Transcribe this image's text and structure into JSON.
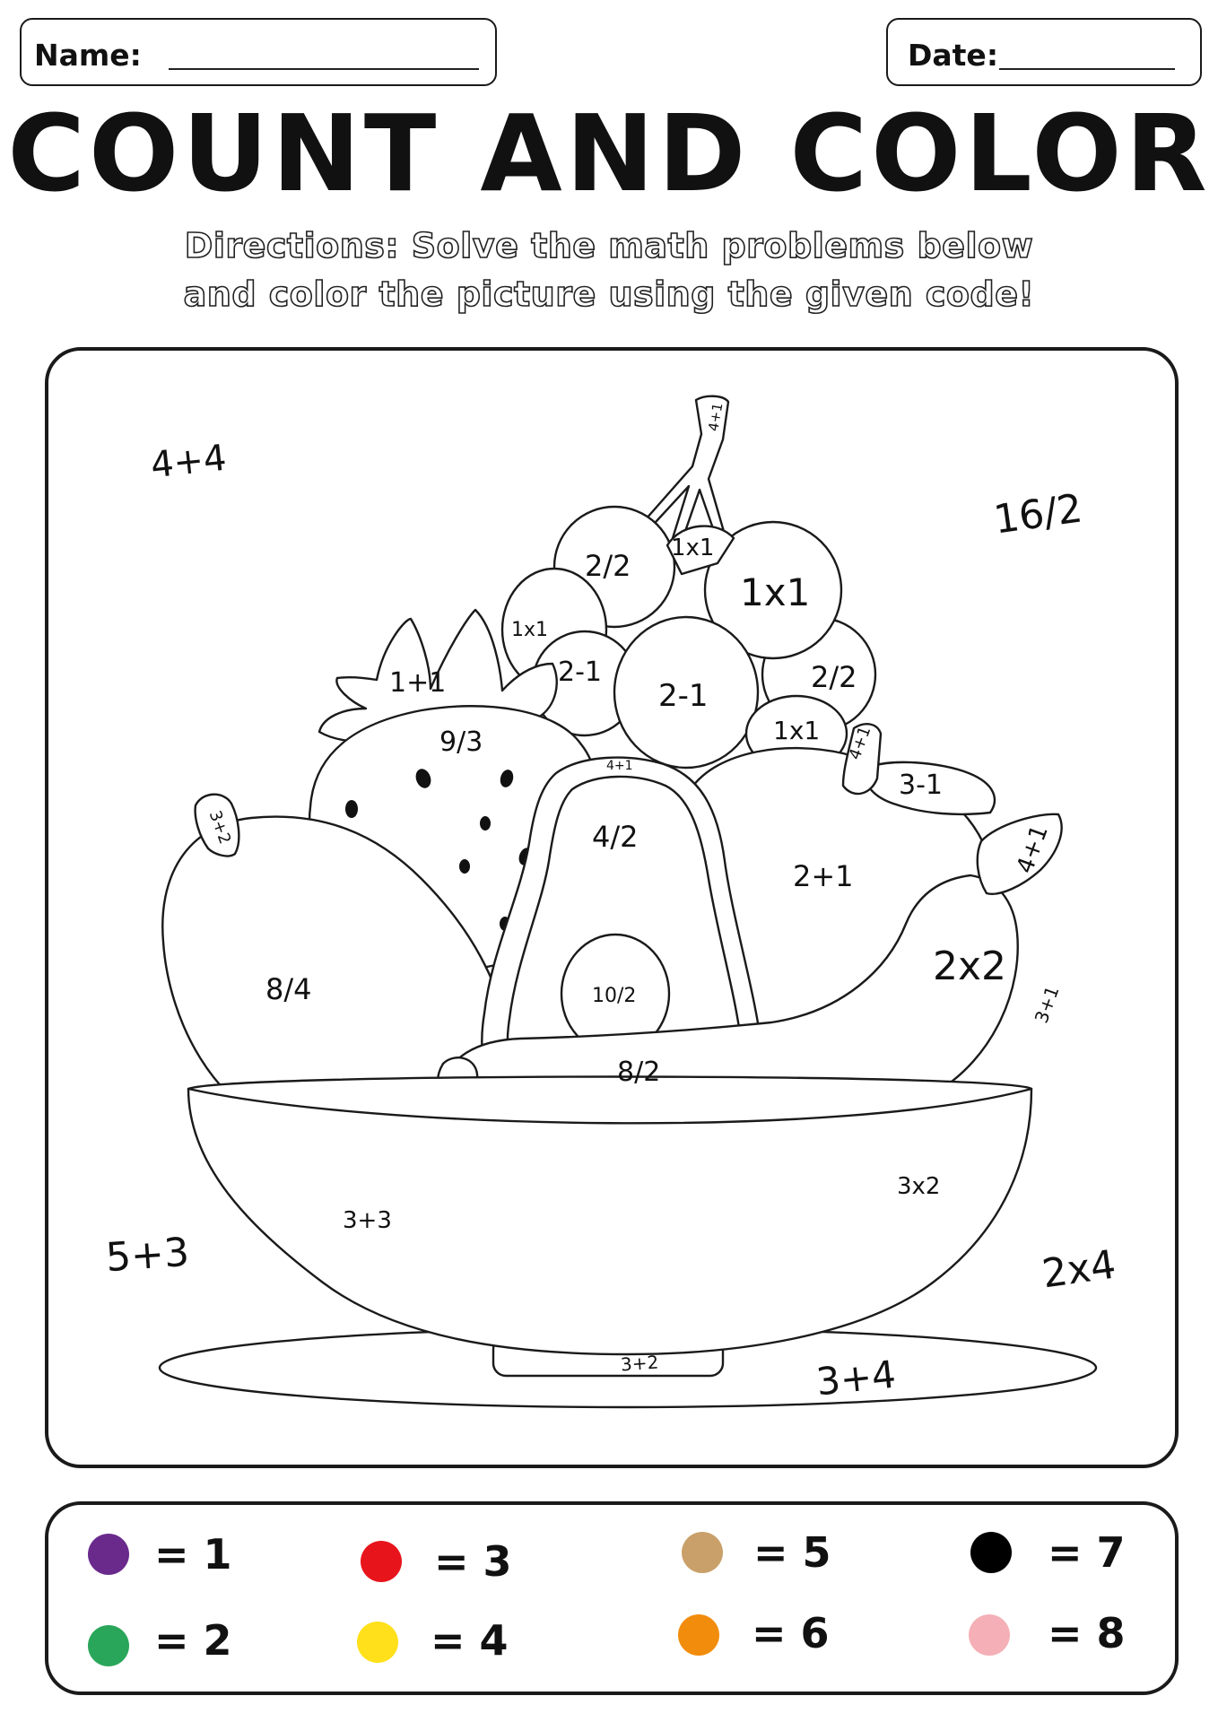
{
  "header": {
    "name_label": "Name:",
    "date_label": "Date:"
  },
  "title": "COUNT AND COLOR",
  "directions": {
    "line1": "Directions: Solve the math problems below",
    "line2": "and color the picture using the given code!"
  },
  "picture": {
    "background_problems": [
      "4+4",
      "16/2",
      "5+3",
      "2x4",
      "3+4"
    ],
    "grape_problems": [
      "4+1",
      "2/2",
      "1x1",
      "1x1",
      "1x1",
      "2-1",
      "2-1",
      "2/2",
      "1x1",
      "4+1"
    ],
    "leaf_problems": [
      "3-1"
    ],
    "strawberry_problems": [
      "1+1",
      "9/3"
    ],
    "mango_problems": [
      "3+2",
      "8/4"
    ],
    "pear_problems": [
      "4+1",
      "4/2",
      "10/2"
    ],
    "orange_problems": [
      "2+1"
    ],
    "banana_problems": [
      "4+1",
      "2x2",
      "3+1",
      "8/2"
    ],
    "bowl_problems": [
      "3+3",
      "3x2",
      "3+2"
    ]
  },
  "color_key": [
    {
      "color": "#6a2a8c",
      "label": "= 1"
    },
    {
      "color": "#e8141b",
      "label": "= 3"
    },
    {
      "color": "#c9a06a",
      "label": "= 5"
    },
    {
      "color": "#000000",
      "label": "= 7"
    },
    {
      "color": "#2aa65a",
      "label": "= 2"
    },
    {
      "color": "#ffe01a",
      "label": "= 4"
    },
    {
      "color": "#f28c0d",
      "label": "= 6"
    },
    {
      "color": "#f4b0b6",
      "label": "= 8"
    }
  ]
}
